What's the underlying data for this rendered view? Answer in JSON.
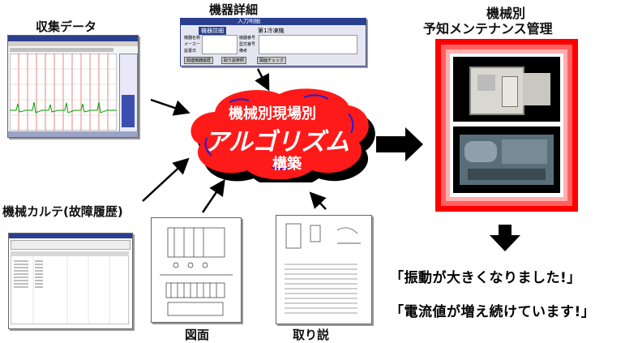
{
  "labels": {
    "collected_data": "収集データ",
    "equipment_detail": "機器詳細",
    "machine_record": "機械カルテ(故障履歴)",
    "drawing": "図面",
    "manual": "取り説",
    "maintenance_title_1": "機械別",
    "maintenance_title_2": "予知メンテナンス管理"
  },
  "cloud": {
    "line1": "機械別現場別",
    "line2": "アルゴリズム",
    "line3": "構築"
  },
  "detail_window": {
    "title": "入力明細",
    "tag": "機器詳細",
    "machine": "第1冷凍機",
    "fields": [
      "機器名称",
      "機器番号",
      "メーカー",
      "型式番号",
      "設置日",
      "備考"
    ],
    "buttons": [
      "関連機器履歴",
      "取り説参照",
      "図面チェック"
    ]
  },
  "messages": [
    "「振動が大きくなりました!」",
    "「電流値が増え続けています!」"
  ],
  "colors": {
    "cloud_red": "#ff1a1a",
    "cloud_shadow": "#000000",
    "frame_red": "#ff0000",
    "chart_green": "#00a000",
    "window_blue": "#2b3f8f"
  }
}
